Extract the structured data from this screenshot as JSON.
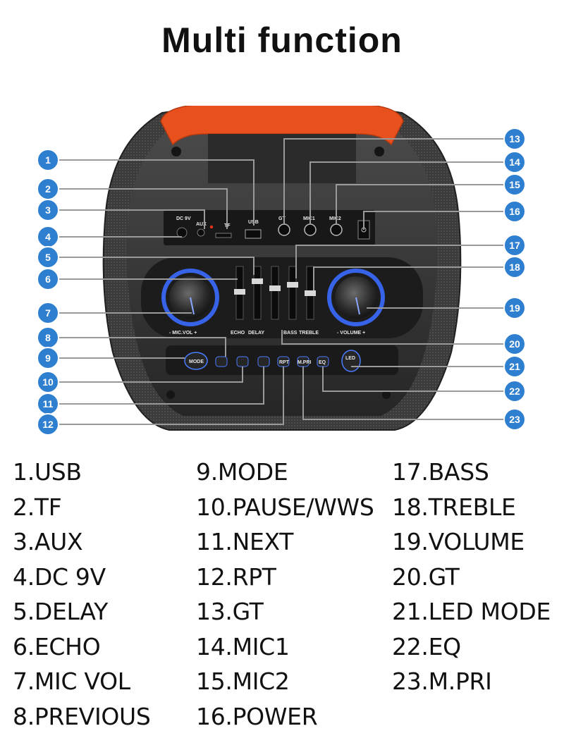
{
  "title": "Multi function",
  "colors": {
    "badge": "#2f7fd0",
    "leader": "#9a9a9a",
    "handle": "#e8501d",
    "body": "#3a3a3a",
    "ring": "#3a6cff"
  },
  "panel_labels": {
    "mic_vol": "- MIC.VOL +",
    "echo": "ECHO",
    "delay": "DELAY",
    "bass": "BASS",
    "treble": "TREBLE",
    "volume": "- VOLUME +",
    "mode": "MODE",
    "led": "LED",
    "usb": "USB",
    "dc9v": "DC 9V",
    "aux": "AUX",
    "tf": "TF",
    "gt": "GT",
    "mic1": "MIC1",
    "mic2": "MIC2",
    "rpt": "RPT",
    "mpri": "M.PRI",
    "eq": "EQ"
  },
  "badges": {
    "left": [
      "1",
      "2",
      "3",
      "4",
      "5",
      "6",
      "7",
      "8",
      "9",
      "10",
      "11",
      "12"
    ],
    "right": [
      "13",
      "14",
      "15",
      "16",
      "17",
      "18",
      "19",
      "20",
      "21",
      "22",
      "23"
    ]
  },
  "legend": {
    "col1": [
      "1.USB",
      "2.TF",
      "3.AUX",
      "4.DC 9V",
      "5.DELAY",
      "6.ECHO",
      "7.MIC VOL",
      "8.PREVIOUS"
    ],
    "col2": [
      "9.MODE",
      "10.PAUSE/WWS",
      "11.NEXT",
      "12.RPT",
      "13.GT",
      "14.MIC1",
      "15.MIC2",
      "16.POWER"
    ],
    "col3": [
      "17.BASS",
      "18.TREBLE",
      "19.VOLUME",
      "20.GT",
      "21.LED MODE",
      "22.EQ",
      "23.M.PRI"
    ]
  }
}
